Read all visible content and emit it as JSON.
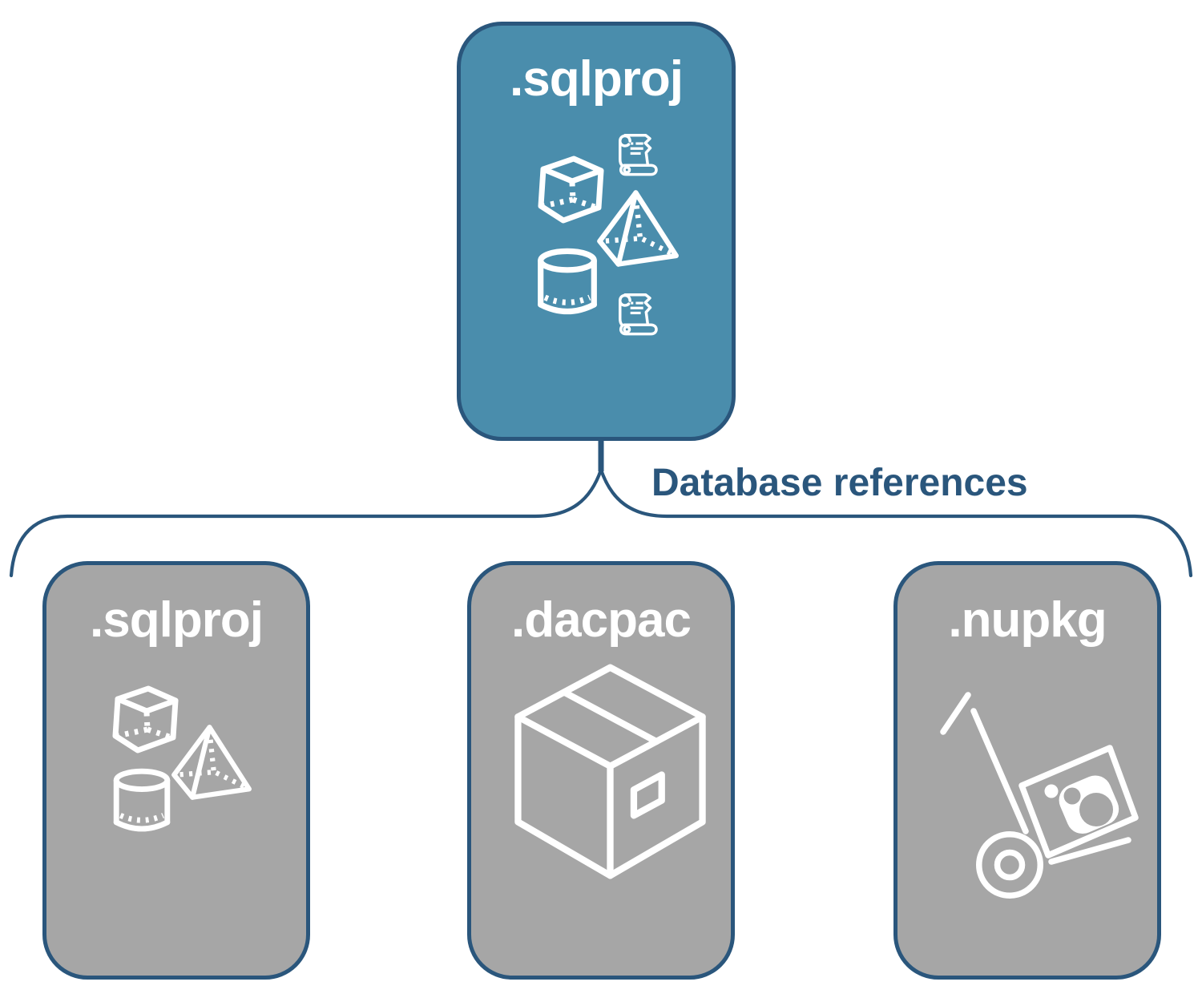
{
  "diagram": {
    "description": "SQL project database references diagram",
    "connector_label": "Database references"
  },
  "cards": {
    "main": {
      "title": ".sqlproj",
      "style": "blue",
      "icons": [
        "scroll",
        "cube",
        "pyramid",
        "cylinder",
        "scroll"
      ]
    },
    "children": [
      {
        "title": ".sqlproj",
        "style": "gray",
        "icons": [
          "cube",
          "pyramid",
          "cylinder"
        ]
      },
      {
        "title": ".dacpac",
        "style": "gray",
        "icons": [
          "package-box"
        ]
      },
      {
        "title": ".nupkg",
        "style": "gray",
        "icons": [
          "nuget-hand-truck"
        ]
      }
    ]
  },
  "colors": {
    "accent_blue": "#4a8dac",
    "navy": "#2a567c",
    "gray": "#a6a6a6",
    "icon_white": "#ffffff",
    "background": "#ffffff"
  }
}
